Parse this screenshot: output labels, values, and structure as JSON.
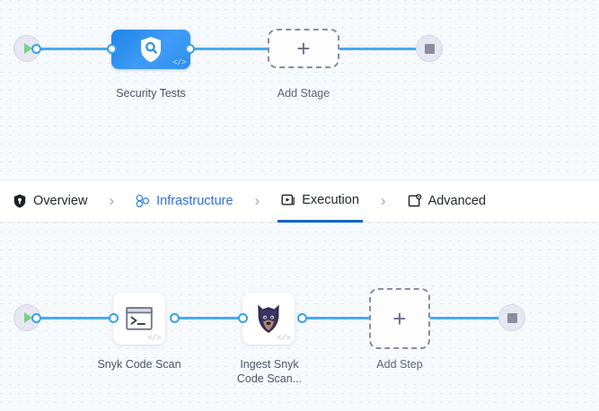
{
  "theme": {
    "canvas_bg": "#f7fafd",
    "grid_dot": "#dde6f0",
    "edge_blue": "#47a9f0",
    "port_blue": "#36a0ee",
    "stage_blue": "#2f90f0",
    "accent_blue": "#2f6fd0",
    "active_tab_underline": "#1565c0",
    "start_green": "#79d08a",
    "stop_grey": "#8c8c9e",
    "terminal_circle": "#e7e7f2",
    "label_text": "#4a5268",
    "tab_text": "#22272e",
    "dashed_border": "#8b8ba6"
  },
  "stage_canvas": {
    "name": "pipeline-stage-graph",
    "start_node": {
      "icon": "play-icon",
      "label": ""
    },
    "end_node": {
      "icon": "stop-icon",
      "label": ""
    },
    "nodes": [
      {
        "id": "security-tests",
        "label": "Security Tests",
        "icon": "shield-search-icon",
        "badge": "</>",
        "type": "stage"
      },
      {
        "id": "add-stage",
        "label": "Add Stage",
        "icon": "plus-icon",
        "type": "add"
      }
    ]
  },
  "tabs": {
    "name": "pipeline-config-tabs",
    "separator": "›",
    "items": [
      {
        "id": "overview",
        "label": "Overview",
        "icon": "shield-icon",
        "state": "default"
      },
      {
        "id": "infrastructure",
        "label": "Infrastructure",
        "icon": "cluster-nodes-icon",
        "state": "accent"
      },
      {
        "id": "execution",
        "label": "Execution",
        "icon": "play-box-icon",
        "state": "active"
      },
      {
        "id": "advanced",
        "label": "Advanced",
        "icon": "box-gear-icon",
        "state": "default"
      }
    ]
  },
  "step_canvas": {
    "name": "pipeline-step-graph",
    "start_node": {
      "icon": "play-icon",
      "label": ""
    },
    "end_node": {
      "icon": "stop-icon",
      "label": ""
    },
    "nodes": [
      {
        "id": "snyk-code-scan",
        "label": "Snyk Code Scan",
        "icon": "terminal-icon",
        "badge": "</>",
        "type": "step"
      },
      {
        "id": "ingest-snyk-code-scan",
        "label": "Ingest Snyk\nCode Scan...",
        "icon": "snyk-dog-icon",
        "badge": "</>",
        "type": "step"
      },
      {
        "id": "add-step",
        "label": "Add Step",
        "icon": "plus-icon",
        "type": "add"
      }
    ]
  }
}
